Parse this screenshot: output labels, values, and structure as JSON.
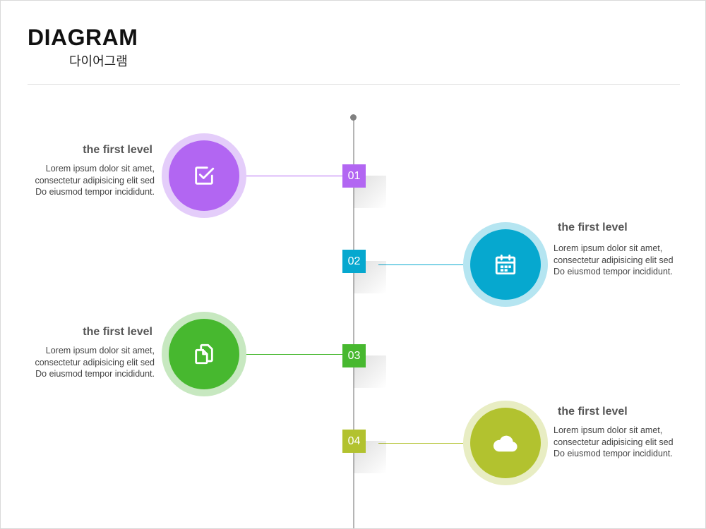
{
  "header": {
    "title": "DIAGRAM",
    "subtitle": "다이어그램"
  },
  "steps": [
    {
      "number": "01",
      "color": "#b266f2",
      "halo_color": "#e4cdfa",
      "icon": "checkbox-icon",
      "heading": "the first level",
      "lines": [
        "Lorem ipsum dolor sit amet,",
        "consectetur adipisicing elit sed",
        "Do eiusmod tempor incididunt."
      ]
    },
    {
      "number": "02",
      "color": "#06a8cf",
      "halo_color": "#b5e5f1",
      "icon": "calendar-icon",
      "heading": "the first level",
      "lines": [
        "Lorem ipsum dolor sit amet,",
        "consectetur adipisicing elit sed",
        "Do eiusmod tempor incididunt."
      ]
    },
    {
      "number": "03",
      "color": "#47b82f",
      "halo_color": "#c7e8c0",
      "icon": "documents-icon",
      "heading": "the first level",
      "lines": [
        "Lorem ipsum dolor sit amet,",
        "consectetur adipisicing elit sed",
        "Do eiusmod tempor incididunt."
      ]
    },
    {
      "number": "04",
      "color": "#b2c22f",
      "halo_color": "#e8edc3",
      "icon": "cloud-icon",
      "heading": "the first level",
      "lines": [
        "Lorem ipsum dolor sit amet,",
        "consectetur adipisicing elit sed",
        "Do eiusmod tempor incididunt."
      ]
    }
  ]
}
